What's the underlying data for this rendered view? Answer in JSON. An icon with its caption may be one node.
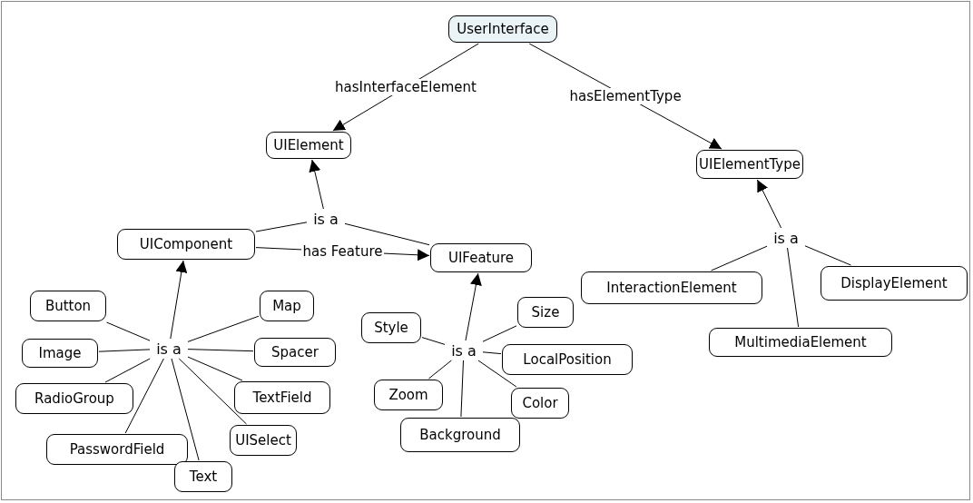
{
  "diagram": {
    "nodes": [
      {
        "text": [
          "UserInterface"
        ]
      },
      {
        "text": [
          "UIElement"
        ]
      },
      {
        "text": [
          "UIElementType"
        ]
      },
      {
        "text": [
          "is a"
        ]
      },
      {
        "text": [
          "UIComponent"
        ]
      },
      {
        "text": [
          "UIFeature"
        ]
      },
      {
        "text": [
          "is a"
        ]
      },
      {
        "text": [
          "InteractionElement"
        ]
      },
      {
        "text": [
          "DisplayElement"
        ]
      },
      {
        "text": [
          "MultimediaElement"
        ]
      },
      {
        "text": [
          "is a"
        ]
      },
      {
        "text": [
          "Button"
        ]
      },
      {
        "text": [
          "Map"
        ]
      },
      {
        "text": [
          "Image"
        ]
      },
      {
        "text": [
          "Spacer"
        ]
      },
      {
        "text": [
          "RadioGroup"
        ]
      },
      {
        "text": [
          "TextField"
        ]
      },
      {
        "text": [
          "PasswordField"
        ]
      },
      {
        "text": [
          "UISelect"
        ]
      },
      {
        "text": [
          "Text"
        ]
      },
      {
        "text": [
          "is a"
        ]
      },
      {
        "text": [
          "Style"
        ]
      },
      {
        "text": [
          "Size"
        ]
      },
      {
        "text": [
          "LocalPosition"
        ]
      },
      {
        "text": [
          "Zoom"
        ]
      },
      {
        "text": [
          "Color"
        ]
      },
      {
        "text": [
          "Background"
        ]
      }
    ],
    "edges": [
      {
        "from": 0,
        "to": 1,
        "arrow": "to",
        "label": "hasInterfaceElement"
      },
      {
        "from": 0,
        "to": 2,
        "arrow": "to",
        "label": "hasElementType"
      },
      {
        "from": 4,
        "to": 3,
        "arrow": "none"
      },
      {
        "from": 5,
        "to": 3,
        "arrow": "none"
      },
      {
        "from": 3,
        "to": 1,
        "arrow": "to"
      },
      {
        "from": 4,
        "to": 5,
        "arrow": "to",
        "label": "has Feature"
      },
      {
        "from": 7,
        "to": 6,
        "arrow": "none"
      },
      {
        "from": 8,
        "to": 6,
        "arrow": "none"
      },
      {
        "from": 9,
        "to": 6,
        "arrow": "none"
      },
      {
        "from": 6,
        "to": 2,
        "arrow": "to"
      },
      {
        "from": 11,
        "to": 10,
        "arrow": "none"
      },
      {
        "from": 12,
        "to": 10,
        "arrow": "none"
      },
      {
        "from": 13,
        "to": 10,
        "arrow": "none"
      },
      {
        "from": 14,
        "to": 10,
        "arrow": "none"
      },
      {
        "from": 15,
        "to": 10,
        "arrow": "none"
      },
      {
        "from": 16,
        "to": 10,
        "arrow": "none"
      },
      {
        "from": 17,
        "to": 10,
        "arrow": "none"
      },
      {
        "from": 18,
        "to": 10,
        "arrow": "none"
      },
      {
        "from": 19,
        "to": 10,
        "arrow": "none"
      },
      {
        "from": 10,
        "to": 4,
        "arrow": "to"
      },
      {
        "from": 21,
        "to": 20,
        "arrow": "none"
      },
      {
        "from": 22,
        "to": 20,
        "arrow": "none"
      },
      {
        "from": 23,
        "to": 20,
        "arrow": "none"
      },
      {
        "from": 24,
        "to": 20,
        "arrow": "none"
      },
      {
        "from": 25,
        "to": 20,
        "arrow": "none"
      },
      {
        "from": 26,
        "to": 20,
        "arrow": "none"
      },
      {
        "from": 20,
        "to": 5,
        "arrow": "to"
      }
    ]
  }
}
